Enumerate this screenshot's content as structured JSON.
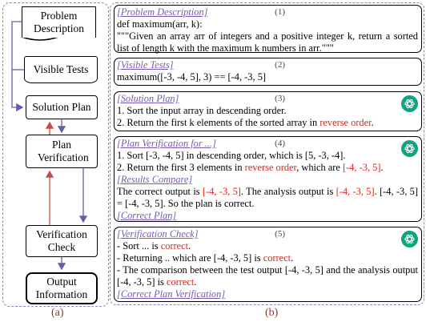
{
  "panel_a": {
    "nodes": {
      "problem": "Problem Description",
      "tests": "Visible Tests",
      "plan": "Solution Plan",
      "verification": "Plan Verification",
      "check": "Verification Check",
      "output": "Output Information"
    },
    "caption": "(a)"
  },
  "panel_b": {
    "caption": "(b)",
    "box1": {
      "number": "(1)",
      "header": "[Problem Description]",
      "code": "def maximum(arr, k):",
      "doc": "\"\"\"Given an array arr of integers and a positive integer k, return a sorted list of length k with the maximum k numbers in arr.\"\"\""
    },
    "box2": {
      "number": "(2)",
      "header": "[Visible Tests]",
      "test": "maximum([-3, -4, 5], 3) == [-4, -3, 5]"
    },
    "box3": {
      "number": "(3)",
      "header": "[Solution Plan]",
      "step1": "1. Sort the input array in descending order.",
      "step2_pre": "2. Return the first k elements of the sorted array in ",
      "step2_red": "reverse order",
      "step2_post": "."
    },
    "box4": {
      "number": "(4)",
      "header": "[Plan Verification for ...]",
      "s1": "1. Sort [-3, -4, 5] in descending order, which is [5, -3, -4].",
      "s2_pre": "2. Return the first 3 elements in ",
      "s2_red1": "reverse order",
      "s2_mid": ", which are ",
      "s2_red2": "[-4, -3, 5]",
      "s2_post": ".",
      "results_header": "[Results Compare]",
      "r_pre": "The correct output is ",
      "r_red1": "[-4, -3, 5]",
      "r_mid": ". The analysis output is ",
      "r_red2": "[-4, -3, 5]",
      "r_post": ". [-4, -3, 5] = [-4, -3, 5]. So the plan is correct.",
      "correct_plan": "[Correct Plan]"
    },
    "box5": {
      "number": "(5)",
      "header": "[Verification Check]",
      "c1_pre": "- Sort ... is ",
      "c1_red": "correct",
      "c1_post": ".",
      "c2_pre": "- Returning .. which are [-4, -3, 5] is ",
      "c2_red": "correct",
      "c2_post": ".",
      "c3_pre": "- The comparison between the test output [-4, -3, 5] and the analysis output [-4, -3, 5] is ",
      "c3_red": "correct",
      "c3_post": ".",
      "footer": "[Correct Plan Verification]"
    },
    "icon": "chatgpt-logo-icon"
  },
  "colors": {
    "header": "#7a5ab0",
    "highlight": "#e0241b",
    "arrow_purple": "#6a5aa8",
    "arrow_red": "#c0504d",
    "gpt_green": "#10a37f"
  }
}
